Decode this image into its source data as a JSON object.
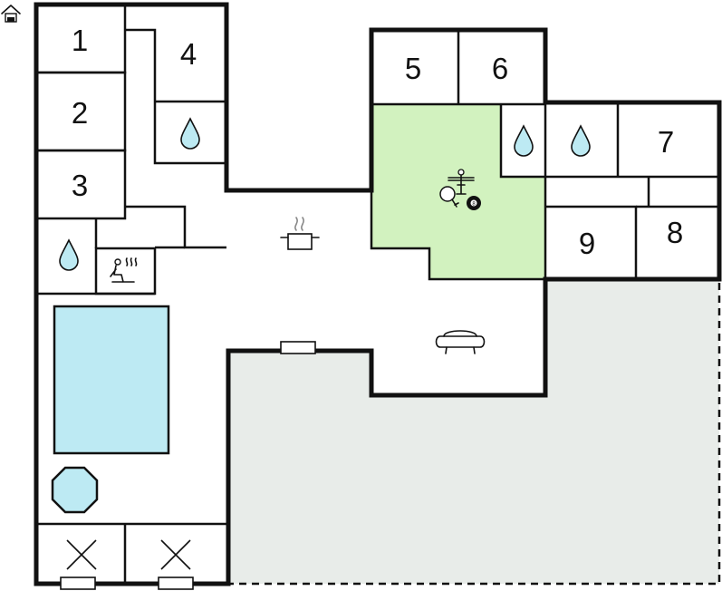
{
  "rooms": [
    {
      "id": "1",
      "label": "1"
    },
    {
      "id": "2",
      "label": "2"
    },
    {
      "id": "3",
      "label": "3"
    },
    {
      "id": "4",
      "label": "4"
    },
    {
      "id": "5",
      "label": "5"
    },
    {
      "id": "6",
      "label": "6"
    },
    {
      "id": "7",
      "label": "7"
    },
    {
      "id": "8",
      "label": "8"
    },
    {
      "id": "9",
      "label": "9"
    }
  ],
  "icons": {
    "entrance": "house-entrance-icon",
    "water": "water-drop-icon",
    "sauna": "sauna-icon",
    "cooking": "cooking-pot-icon",
    "recreation": "table-football-table-tennis-billiards-icon",
    "lounge": "sofa-icon",
    "pool": "swimming-pool",
    "hot_tub": "hot-tub",
    "doors": "door-opening"
  },
  "colors": {
    "pool": "#bdeaf3",
    "recreation_room": "#d2f2bf",
    "terrace": "#e8ece9",
    "walls": "#111111",
    "background": "#ffffff"
  }
}
